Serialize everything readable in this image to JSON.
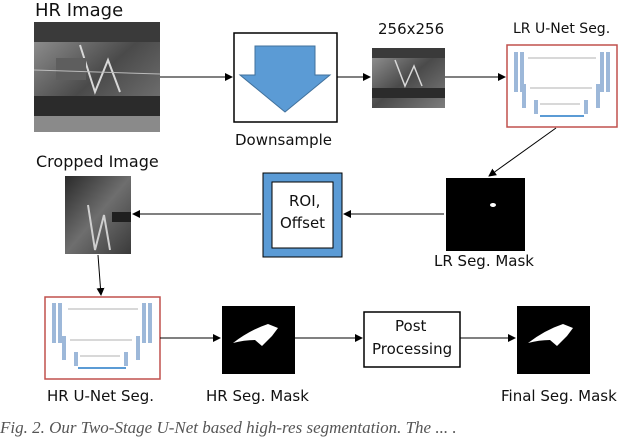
{
  "nodes": {
    "hr_image": "HR Image",
    "size_256": "256x256",
    "lr_unet": "LR U-Net Seg.",
    "downsample": "Downsample",
    "cropped_image": "Cropped Image",
    "roi_offset_line1": "ROI,",
    "roi_offset_line2": "Offset",
    "lr_mask": "LR Seg. Mask",
    "hr_unet": "HR U-Net Seg.",
    "hr_mask": "HR Seg. Mask",
    "post_line1": "Post",
    "post_line2": "Processing",
    "final_mask": "Final Seg. Mask"
  },
  "caption": "Fig. 2.  Our Two-Stage U-Net based high-res segmentation. The ... .",
  "colors": {
    "downsample_arrow": "#5B9BD5",
    "roi_box_fill": "#5B9BD5",
    "unet_border": "#C0504D",
    "arrow": "#000000"
  },
  "icons": {
    "downsample": "down-arrow-icon",
    "unet": "unet-architecture-icon"
  }
}
